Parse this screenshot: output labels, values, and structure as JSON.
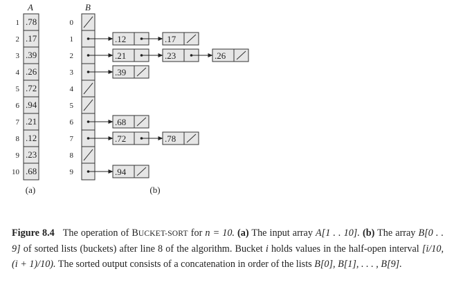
{
  "array_a": {
    "name": "A",
    "indices": [
      "1",
      "2",
      "3",
      "4",
      "5",
      "6",
      "7",
      "8",
      "9",
      "10"
    ],
    "values": [
      ".78",
      ".17",
      ".39",
      ".26",
      ".72",
      ".94",
      ".21",
      ".12",
      ".23",
      ".68"
    ],
    "panel_label": "(a)"
  },
  "array_b": {
    "name": "B",
    "indices": [
      "0",
      "1",
      "2",
      "3",
      "4",
      "5",
      "6",
      "7",
      "8",
      "9"
    ],
    "buckets": [
      [],
      [
        ".12",
        ".17"
      ],
      [
        ".21",
        ".23",
        ".26"
      ],
      [
        ".39"
      ],
      [],
      [],
      [
        ".68"
      ],
      [
        ".72",
        ".78"
      ],
      [],
      [
        ".94"
      ]
    ],
    "panel_label": "(b)"
  },
  "caption": {
    "figure_label": "Figure 8.4",
    "line1": "The operation of ",
    "algo_b": "B",
    "algo_rest": "UCKET-SORT",
    "line1b": " for ",
    "n_eq": "n = 10.",
    "part_a": "(a)",
    "text_a": " The input array ",
    "arr_a": "A[1 . . 10].",
    "part_b": " (b)",
    "text_b": " The array ",
    "arr_b": "B[0 . . 9]",
    "text_c": " of sorted lists (buckets) after line 8 of the algorithm. Bucket ",
    "i": "i",
    "text_d": " holds values in the half-open interval ",
    "interval": "[i/10, (i + 1)/10).",
    "text_e": " The sorted output consists of a concatenation in order of the lists ",
    "lists": "B[0], B[1], . . . , B[9]."
  }
}
